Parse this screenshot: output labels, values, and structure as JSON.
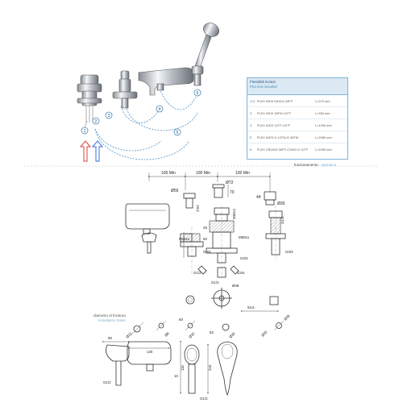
{
  "flex_table": {
    "title": "Flessibili inclusi",
    "subtitle": "Flex inox included",
    "rows": [
      {
        "num": "1+2",
        "desc": "FLEX INOX M10X1-3/8\"F",
        "length": "L=370 mm"
      },
      {
        "num": "3",
        "desc": "FLEX INOX 3/8\"M-1/2\"F",
        "length": "L=350 mm"
      },
      {
        "num": "4",
        "desc": "FLEX INOX 1/2\"F-1/2\"F",
        "length": "L=1200 mm"
      },
      {
        "num": "5",
        "desc": "FLEX INOX G 1/2\"M-G 3/8\"M",
        "length": "L=2060 mm"
      },
      {
        "num": "6",
        "desc": "FLEX CROMO 3/8\"F-CONO G 1/2\"F",
        "length": "L=2090 mm"
      }
    ]
  },
  "callouts": [
    "1",
    "2",
    "3",
    "4",
    "5",
    "6"
  ],
  "arrow_colors": {
    "hot": "#d9423a",
    "cold": "#3a6fd9"
  },
  "section_label": {
    "it": "funzionamento",
    "en": "operation"
  },
  "install_label": {
    "it": "diametro di foratura",
    "en": "installation holes"
  },
  "dims": {
    "d1": "100 Min",
    "d2": "100 Min",
    "d3": "100 Min",
    "d4": "Ø72",
    "d5": "70",
    "d6": "Ø56",
    "d7": "19,3",
    "d8": "44",
    "d9": "Ø30",
    "d10": "M10x1",
    "d11": "G3/4",
    "d12": "M50x1",
    "d13": "M50x1",
    "d14": "G3/4",
    "d15": "G1/2",
    "d16": "G3/4",
    "d17": "G1/2",
    "d18": "G1/2",
    "d19": "G3/4",
    "d20": "Ø48",
    "d21": "53,5",
    "d22": "Ø30",
    "d23": "Ø30",
    "d24": "Ø38",
    "d25": "45",
    "d26": "50",
    "d27": "60",
    "d28": "52",
    "d29": "Ø6",
    "d30": "90",
    "d31": "130",
    "d32": "10",
    "d33": "110",
    "d34": "G1/2",
    "d35": "210",
    "d36": "G1/2",
    "d37": "Ø36",
    "d38": "Ø22"
  }
}
